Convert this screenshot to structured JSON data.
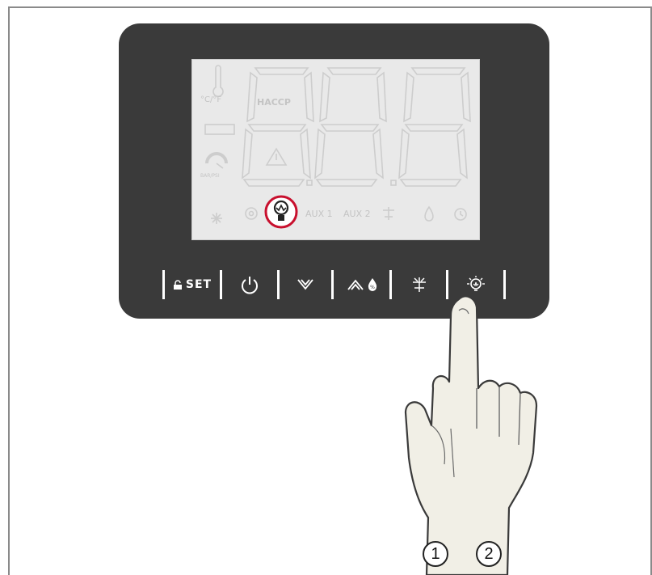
{
  "lcd": {
    "unit_label": "°C/°F",
    "haccp_label": "HACCP",
    "pressure_label": "BAR/PSI",
    "aux1_label": "AUX 1",
    "aux2_label": "AUX 2",
    "highlighted_icon": "light-bulb-icon"
  },
  "buttons": {
    "set_label": "SET",
    "items": [
      {
        "icon": "lock-icon",
        "label": "SET"
      },
      {
        "icon": "power-icon"
      },
      {
        "icon": "down-arrow-icon"
      },
      {
        "icon": "up-arrow-humidity-icon"
      },
      {
        "icon": "defrost-icon"
      },
      {
        "icon": "light-icon"
      }
    ]
  },
  "callouts": {
    "first": "1",
    "second": "2"
  },
  "colors": {
    "device": "#3a3a3a",
    "lcd": "#e9e9e9",
    "highlight": "#c8102e"
  }
}
